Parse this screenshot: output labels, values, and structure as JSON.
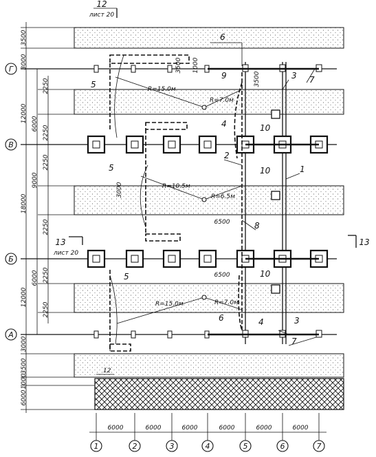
{
  "diagram": {
    "section_marks": [
      {
        "num": "12",
        "sheet": "лист 20"
      },
      {
        "num": "13",
        "sheet": "лист 20"
      },
      {
        "num": "13",
        "sheet": ""
      }
    ],
    "row_axes": [
      "Г",
      "В",
      "Б",
      "А"
    ],
    "col_axes": [
      "1",
      "2",
      "3",
      "4",
      "5",
      "6",
      "7"
    ],
    "span_dims": [
      "6000",
      "6000",
      "6000",
      "6000",
      "6000",
      "6000"
    ],
    "left_dims": {
      "outer": [
        "12000",
        "18000",
        "12000"
      ],
      "middle": [
        "6000",
        "9000",
        "6000"
      ],
      "inner": [
        "3500",
        "3000",
        "2250",
        "2250",
        "2250",
        "2250",
        "2250",
        "2250",
        "3000",
        "3500",
        "1000",
        "6000"
      ]
    },
    "local_dims": [
      "3500",
      "1000",
      "3500",
      "3000",
      "6500",
      "6500"
    ],
    "radii": [
      "R=15.0м",
      "R=7.0м",
      "R=10.5м",
      "R=6.5м",
      "R=15.0м",
      "R=7.0м"
    ],
    "callouts": [
      "1",
      "2",
      "3",
      "3",
      "4",
      "4",
      "5",
      "5",
      "5",
      "6",
      "6",
      "7",
      "7",
      "8",
      "9",
      "10",
      "10",
      "10"
    ],
    "mark_12": "12"
  }
}
